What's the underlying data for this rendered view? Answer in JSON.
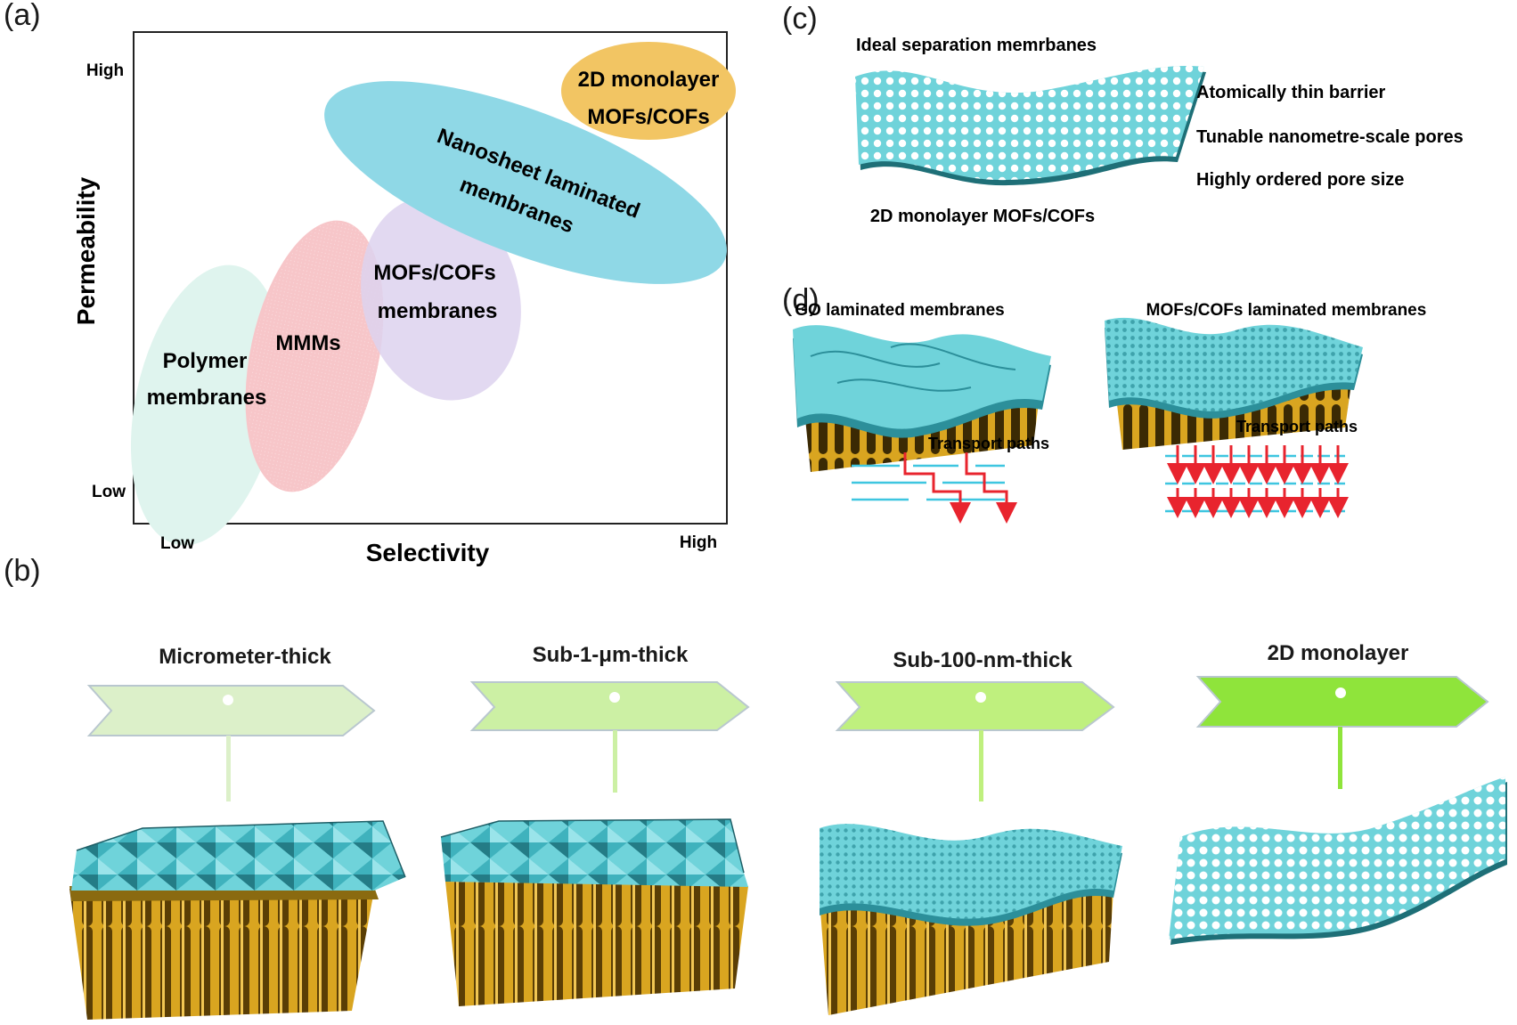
{
  "panel_a": {
    "label": "(a)",
    "y_axis": {
      "title": "Permeability",
      "high": "High",
      "low": "Low"
    },
    "x_axis": {
      "title": "Selectivity",
      "high": "High",
      "low": "Low"
    },
    "regions": [
      {
        "line1": "Polymer",
        "line2": "membranes",
        "color": "#dff4ee"
      },
      {
        "line1": "MMMs",
        "line2": "",
        "color": "#f7c6c9"
      },
      {
        "line1": "MOFs/COFs",
        "line2": "membranes",
        "color": "#ddd2ee"
      },
      {
        "line1": "Nanosheet laminated",
        "line2": "membranes",
        "color": "#8fd8e6"
      },
      {
        "line1": "2D monolayer",
        "line2": "MOFs/COFs",
        "color": "#f2c563"
      }
    ]
  },
  "panel_b": {
    "label": "(b)",
    "stages": [
      {
        "title": "Micrometer-thick",
        "color": "#dcf0c9"
      },
      {
        "title": "Sub-1-μm-thick",
        "color": "#ccf0a4"
      },
      {
        "title": "Sub-100-nm-thick",
        "color": "#bff07e"
      },
      {
        "title": "2D monolayer",
        "color": "#8fe43b"
      }
    ]
  },
  "panel_c": {
    "label": "(c)",
    "top_caption": "Ideal separation memrbanes",
    "bottom_caption": "2D monolayer MOFs/COFs",
    "features": [
      "Atomically thin  barrier",
      "Tunable nanometre-scale pores",
      "Highly ordered pore size"
    ]
  },
  "panel_d": {
    "label": "(d)",
    "left_title": "GO laminated membranes",
    "right_title": "MOFs/COFs laminated membranes",
    "transport_label": "Transport paths"
  },
  "colors": {
    "membrane": "#6fd3da",
    "membrane_dark": "#2c8f9a",
    "support": "#d9a520",
    "support_dark": "#7a5608",
    "arrow": "#e8242e",
    "line": "#3ec6e0"
  }
}
